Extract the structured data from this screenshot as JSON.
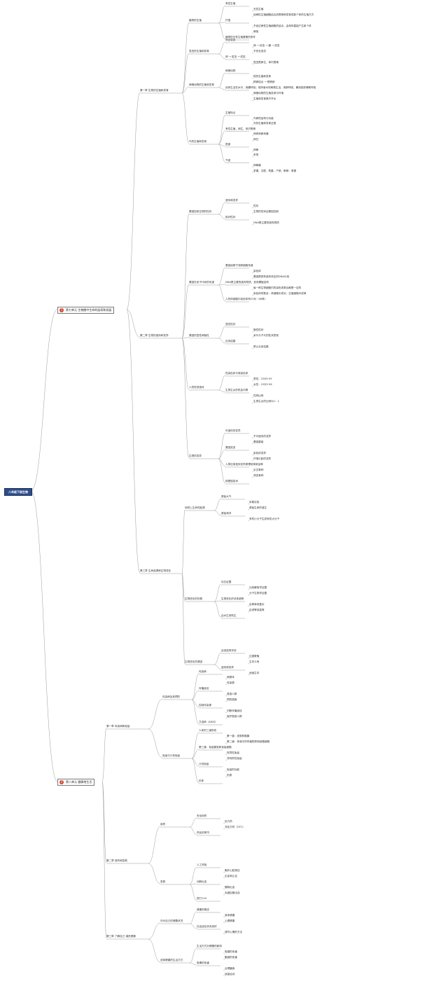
{
  "root": {
    "label": "八年级下册生物"
  },
  "units": [
    {
      "num": "1",
      "label": "第七单元 生物圈中生命的延续和发展"
    },
    {
      "num": "2",
      "label": "第八单元 健康地生活"
    }
  ],
  "chapters": [
    "第一章 生物的生殖和发育",
    "第二章 生物的遗传和变异",
    "第三章 生命起源和生物进化",
    "第一章 传染病和免疫",
    "第二章 用药和急救",
    "第三章 了解自己 增进健康"
  ],
  "sections": [
    "植物的生殖",
    "昆虫的生殖和发育",
    "两栖动物的生殖和发育",
    "鸟的生殖和发育",
    "基因控制生物的性状",
    "基因在亲子代间的传递",
    "基因的显性和隐性",
    "人的性别遗传",
    "生物的变异",
    "地球上生命的起源",
    "生物进化的历程",
    "生物进化的原因",
    "传染病及其预防",
    "免疫与计划免疫",
    "用药",
    "急救",
    "评价自己的健康状况",
    "选择健康的生活方式"
  ],
  "labels": {
    "s1": [
      "有性生殖",
      "无性生殖",
      "经两性生殖细胞结合成受精卵发育成新个体的生殖方式",
      "扦插",
      "不经过两性生殖细胞的结合，由母体直接产生新个体",
      "嫁接",
      "植物的无性生殖要素的条件"
    ],
    "s2": [
      "完全变态",
      "卵 → 幼虫 → 蛹 → 成虫",
      "不完全变态",
      "卵 → 若虫 → 成虫",
      "昆虫是卵生，体内受精"
    ],
    "s3": [
      "两栖动物",
      "蛙的生殖和发育",
      "精卵结合 → 受精卵",
      "幼体生活在水中，用鳃呼吸；成体营水陆两栖生活，用肺呼吸，兼用皮肤辅助呼吸",
      "两栖动物的生殖发育与环境",
      "生殖和发育离不开水"
    ],
    "s4": [
      "生殖特点",
      "鸟卵的结构与功能",
      "鸟的生殖和发育过程",
      "有性生殖，卵生，体内受精",
      "卵壳和卵壳膜",
      "卵白",
      "胚盘",
      "卵黄",
      "系带",
      "气室",
      "卵黄膜",
      "求偶、交配、筑巢、产卵、孵卵、育雏"
    ],
    "s5": [
      "遗传和变异",
      "性状",
      "生物的性状由基因控制",
      "相对性状",
      "DNA是主要的遗传物质"
    ],
    "s6": [
      "基因经精子或卵细胞传递",
      "染色体",
      "基因是具有遗传效应的DNA片段",
      "DNA是主要的遗传物质，呈双螺旋结构",
      "每一种生物细胞内的染色体数目都是一定的",
      "染色体的数目：体细胞中成对，生殖细胞中成单",
      "人的体细胞中染色体有23对（46条）"
    ],
    "s7": [
      "显性性状",
      "隐性性状",
      "亲代与子代的性状表现",
      "近亲结婚",
      "禁止近亲结婚"
    ],
    "s8": [
      "性染色体与常染色体",
      "男性：22对+XY",
      "女性：22对+XX",
      "生男生女的机会均等",
      "性别比例",
      "生男生女的比例为1：1"
    ],
    "s9": [
      "可遗传的变异",
      "不可遗传的变异",
      "基因重组",
      "基因突变",
      "染色体变异",
      "环境引起的变异",
      "人类应用遗传变异原理培育新品种",
      "杂交育种",
      "诱变育种",
      "转基因技术"
    ],
    "s10": [
      "原始大气",
      "米勒实验",
      "原始生命的诞生",
      "原始海洋",
      "有机小分子生成有机大分子"
    ],
    "s11": [
      "化石证据",
      "比较解剖学证据",
      "分子生物学证据",
      "生物进化的总体趋势",
      "由简单到复杂",
      "由低等到高等",
      "由水生到陆生"
    ],
    "s12": [
      "自然选择学说",
      "过度繁殖",
      "生存斗争",
      "遗传和变异",
      "适者生存"
    ],
    "s13": [
      "传染病",
      "病原体",
      "传染源",
      "传播途径",
      "易感人群",
      "预防措施",
      "控制传染源",
      "切断传播途径",
      "保护易感人群",
      "艾滋病（AIDS）"
    ],
    "s14": [
      "人体的三道防线",
      "第一道：皮肤和黏膜",
      "第二道：体液中的杀菌物质和吞噬细胞",
      "第三道：免疫器官和免疫细胞",
      "特异性免疫",
      "非特异性免疫",
      "计划免疫",
      "免疫的功能",
      "抗原",
      "抗体"
    ],
    "s15": [
      "安全用药",
      "处方药",
      "非处方药（OTC）",
      "药品说明书"
    ],
    "s16": [
      "人工呼吸",
      "胸外心脏按压",
      "出血和止血",
      "动脉出血",
      "静脉出血",
      "毛细血管出血",
      "拨打120"
    ],
    "s17": [
      "健康的概念",
      "身体健康",
      "心理健康",
      "社会适应状态良好",
      "调节心情的方法"
    ],
    "s18": [
      "生活方式对健康的影响",
      "吸烟的危害",
      "酗酒的危害",
      "吸毒的危害",
      "合理膳食",
      "适量运动"
    ]
  }
}
